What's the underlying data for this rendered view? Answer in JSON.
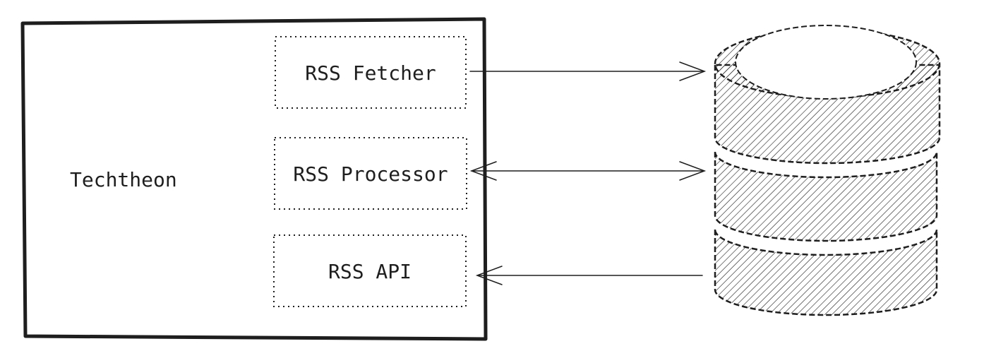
{
  "diagram": {
    "system": {
      "label": "Techtheon"
    },
    "components": [
      {
        "id": "fetcher",
        "label": "RSS Fetcher"
      },
      {
        "id": "processor",
        "label": "RSS Processor"
      },
      {
        "id": "api",
        "label": "RSS API"
      }
    ],
    "database": {
      "icon": "database-icon"
    },
    "connections": [
      {
        "from": "fetcher",
        "to": "database",
        "direction": "to-database"
      },
      {
        "from": "processor",
        "to": "database",
        "direction": "bidirectional"
      },
      {
        "from": "database",
        "to": "api",
        "direction": "to-component"
      }
    ],
    "colors": {
      "stroke": "#1e1e1e",
      "background": "#ffffff"
    }
  }
}
